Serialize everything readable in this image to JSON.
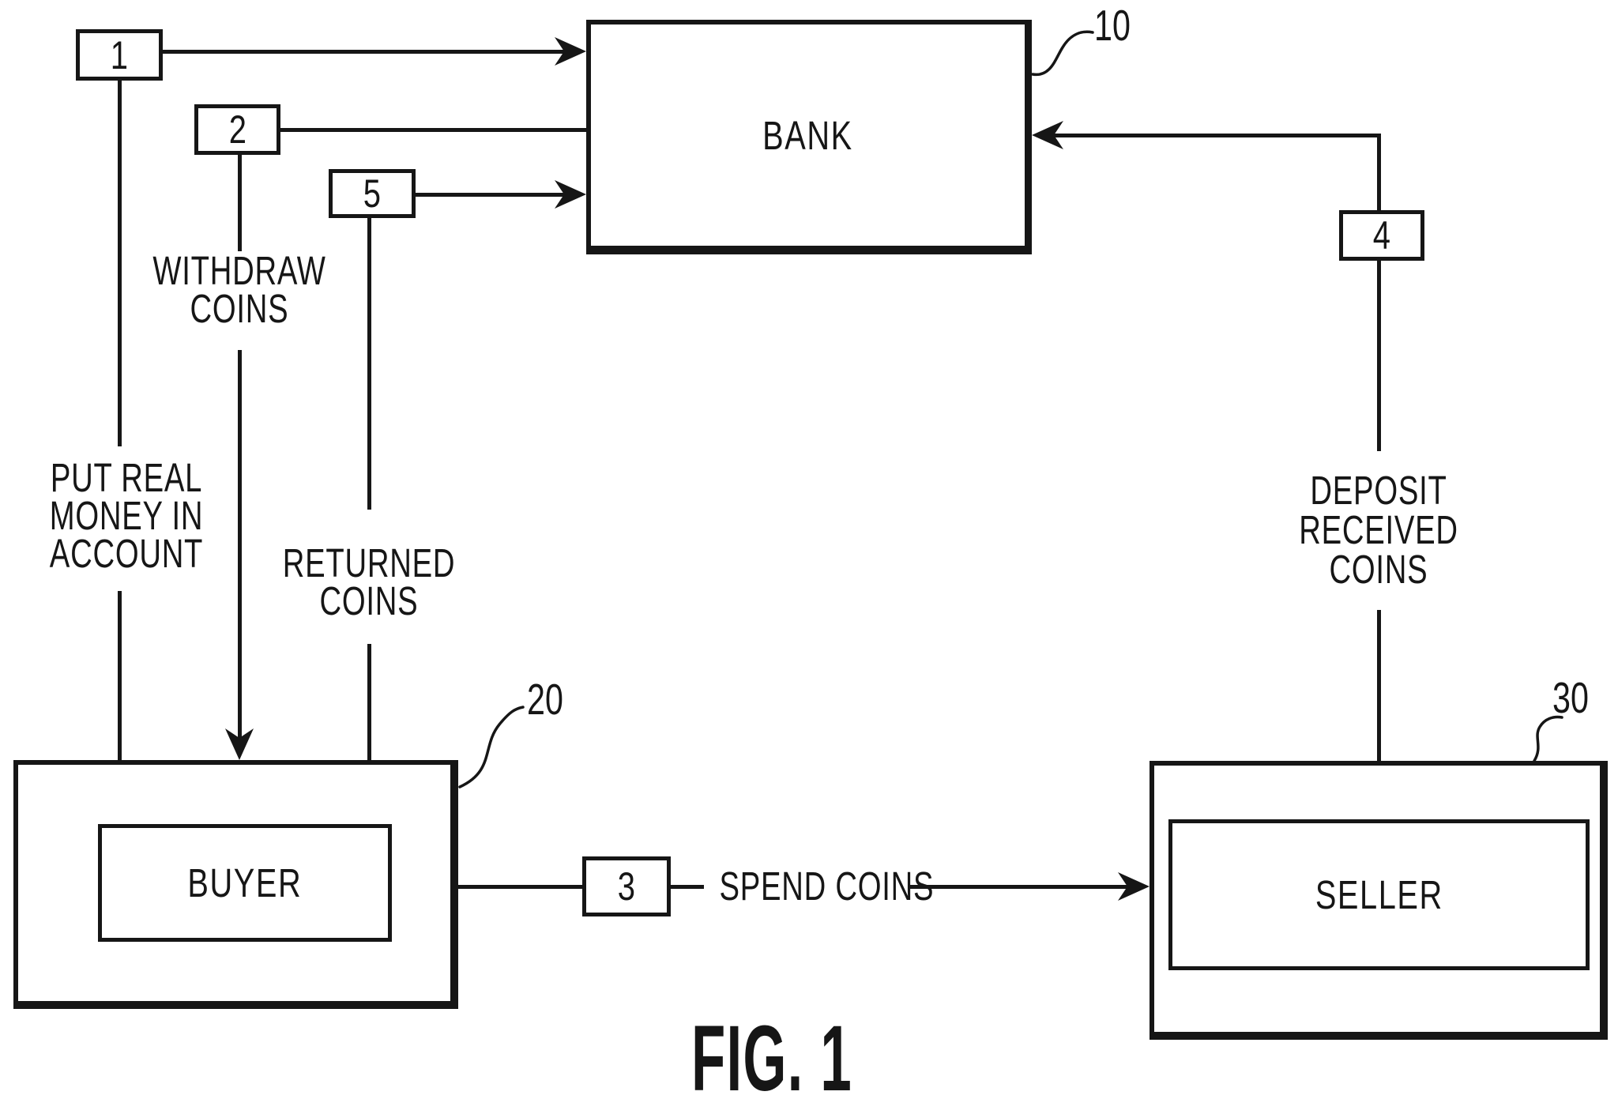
{
  "palette": {
    "ink": "#161616",
    "paper": "#ffffff"
  },
  "caption": "FIG. 1",
  "entities": {
    "bank": {
      "label": "BANK",
      "ref": "10"
    },
    "buyer": {
      "label": "BUYER",
      "ref": "20"
    },
    "seller": {
      "label": "SELLER",
      "ref": "30"
    }
  },
  "steps": {
    "s1": {
      "num": "1",
      "lines": [
        "PUT REAL",
        "MONEY IN",
        "ACCOUNT"
      ]
    },
    "s2": {
      "num": "2",
      "lines": [
        "WITHDRAW",
        "COINS"
      ]
    },
    "s3": {
      "num": "3",
      "label": "SPEND COINS"
    },
    "s4": {
      "num": "4",
      "lines": [
        "DEPOSIT",
        "RECEIVED",
        "COINS"
      ]
    },
    "s5": {
      "num": "5",
      "lines": [
        "RETURNED",
        "COINS"
      ]
    }
  }
}
